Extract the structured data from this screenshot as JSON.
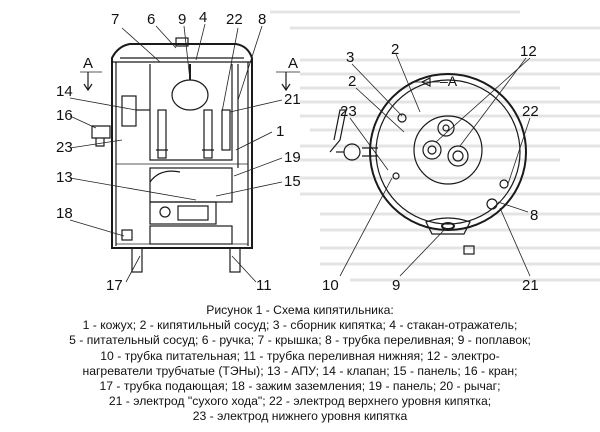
{
  "callouts": {
    "c7": "7",
    "c6": "6",
    "c9": "9",
    "c4": "4",
    "c22a": "22",
    "c8a": "8",
    "cA_left": "A",
    "cA_right": "A",
    "c14": "14",
    "c16": "16",
    "c23a": "23",
    "c21a": "21",
    "c1": "1",
    "c19": "19",
    "c13": "13",
    "c15": "15",
    "c18": "18",
    "c17": "17",
    "c11": "11",
    "c3": "3",
    "c2a": "2",
    "c2b": "2",
    "c12": "12",
    "cA_section": "–A",
    "c23b": "23",
    "c22b": "22",
    "c8b": "8",
    "c10": "10",
    "c9b": "9",
    "c21b": "21"
  },
  "caption": {
    "title": "Рисунок 1 - Схема кипятильника:",
    "line1": "1 - кожух; 2 - кипятильный сосуд; 3 - сборник кипятка; 4 - стакан-отражатель;",
    "line2": "5 - питательный сосуд; 6 - ручка; 7 - крышка; 8 - трубка переливная; 9 - поплавок;",
    "line3": "10 - трубка питательная; 11 - трубка переливная нижняя; 12 - электро-",
    "line4": "нагреватели трубчатые (ТЭНы); 13 - АПУ; 14 - клапан; 15 - панель; 16 - кран;",
    "line5": "17 - трубка подающая; 18 - зажим заземления; 19 - панель; 20 - рычаг;",
    "line6": "21 - электрод \"сухого хода\"; 22 - электрод верхнего уровня кипятка;",
    "line7": "23 - электрод нижнего уровня кипятка"
  }
}
